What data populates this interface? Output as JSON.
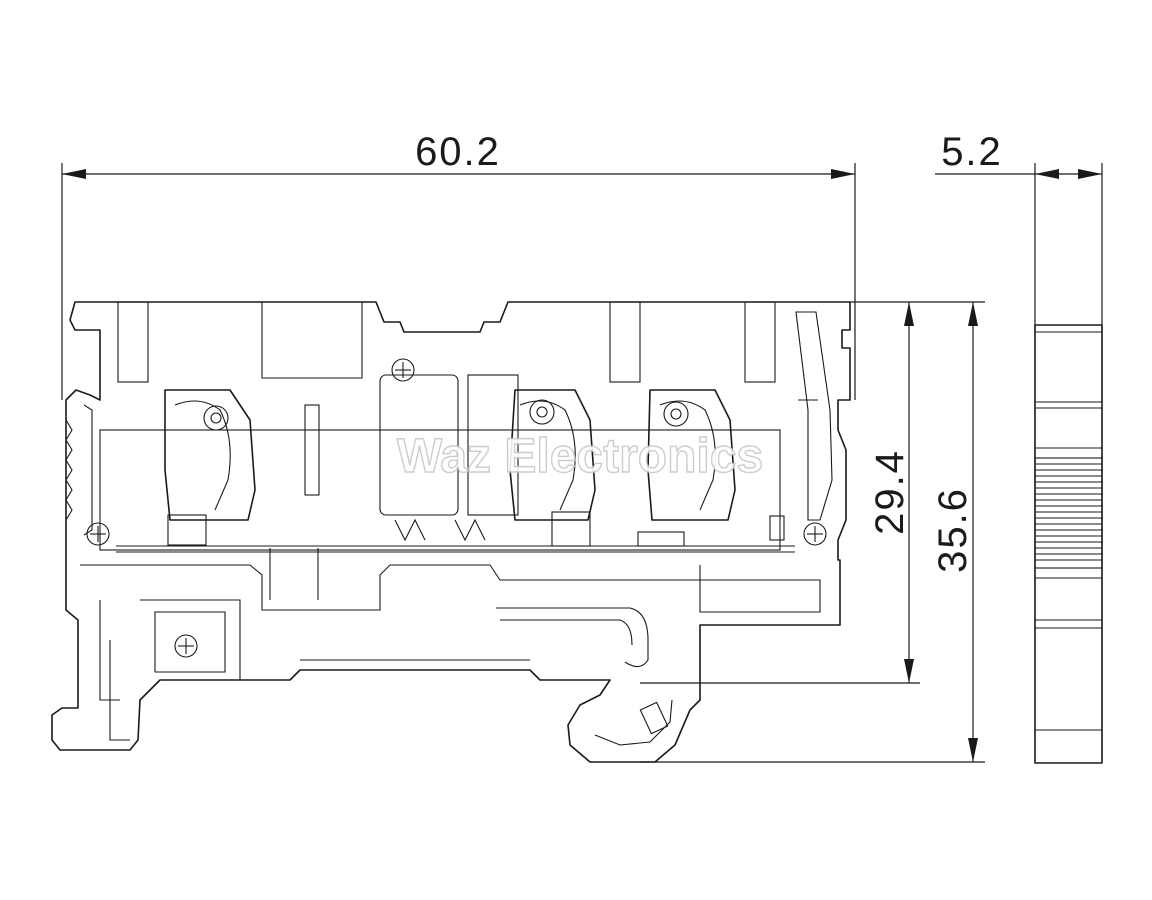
{
  "dimensions": {
    "width": "60.2",
    "thickness": "5.2",
    "height_inner": "29.4",
    "height_total": "35.6"
  },
  "watermark": "Waz Electronics"
}
